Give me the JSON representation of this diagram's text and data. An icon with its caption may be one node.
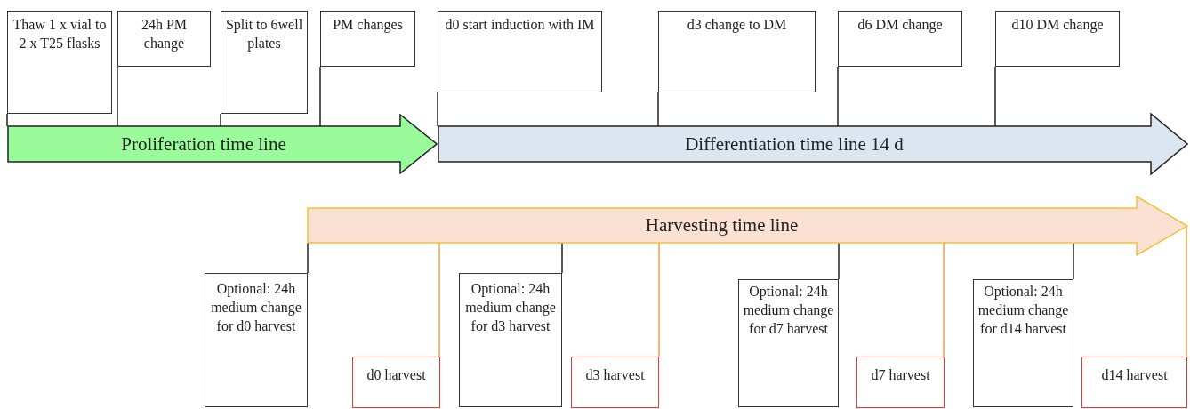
{
  "diagram": {
    "nodes": [
      {
        "text": [
          "Thaw 1 x vial to 2 x T25 flasks"
        ]
      },
      {
        "text": [
          "24h PM change"
        ]
      },
      {
        "text": [
          "Split to 6well plates"
        ]
      },
      {
        "text": [
          "PM changes"
        ]
      },
      {
        "text": [
          "d0 start induction with IM"
        ]
      },
      {
        "text": [
          "d3 change to DM"
        ]
      },
      {
        "text": [
          "d6 DM change"
        ]
      },
      {
        "text": [
          "d10 DM change"
        ]
      },
      {
        "text": [
          "Proliferation time line"
        ]
      },
      {
        "text": [
          "Differentiation time line 14 d"
        ]
      },
      {
        "text": [
          "Harvesting time line"
        ]
      },
      {
        "text": [
          "Optional: 24h medium change for d0 harvest"
        ]
      },
      {
        "text": [
          "d0 harvest"
        ]
      },
      {
        "text": [
          "Optional: 24h medium change for d3 harvest"
        ]
      },
      {
        "text": [
          "d3 harvest"
        ]
      },
      {
        "text": [
          "Optional: 24h medium change for d7 harvest"
        ]
      },
      {
        "text": [
          "d7 harvest"
        ]
      },
      {
        "text": [
          "Optional: 24h medium change for d14 harvest"
        ]
      },
      {
        "text": [
          "d14 harvest"
        ]
      }
    ],
    "edges": [
      {
        "from": 0,
        "to": 8,
        "arrow": "none"
      },
      {
        "from": 1,
        "to": 8,
        "arrow": "none"
      },
      {
        "from": 2,
        "to": 8,
        "arrow": "none"
      },
      {
        "from": 3,
        "to": 8,
        "arrow": "none"
      },
      {
        "from": 4,
        "to": 9,
        "arrow": "none"
      },
      {
        "from": 5,
        "to": 9,
        "arrow": "none"
      },
      {
        "from": 6,
        "to": 9,
        "arrow": "none"
      },
      {
        "from": 7,
        "to": 9,
        "arrow": "none"
      },
      {
        "from": 11,
        "to": 10,
        "arrow": "none"
      },
      {
        "from": 12,
        "to": 10,
        "arrow": "none",
        "color": "#f0a040"
      },
      {
        "from": 13,
        "to": 10,
        "arrow": "none"
      },
      {
        "from": 14,
        "to": 10,
        "arrow": "none",
        "color": "#f0a040"
      },
      {
        "from": 15,
        "to": 10,
        "arrow": "none"
      },
      {
        "from": 16,
        "to": 10,
        "arrow": "none",
        "color": "#f0a040"
      },
      {
        "from": 17,
        "to": 10,
        "arrow": "none"
      },
      {
        "from": 18,
        "to": 10,
        "arrow": "none",
        "color": "#f0a040"
      }
    ]
  }
}
